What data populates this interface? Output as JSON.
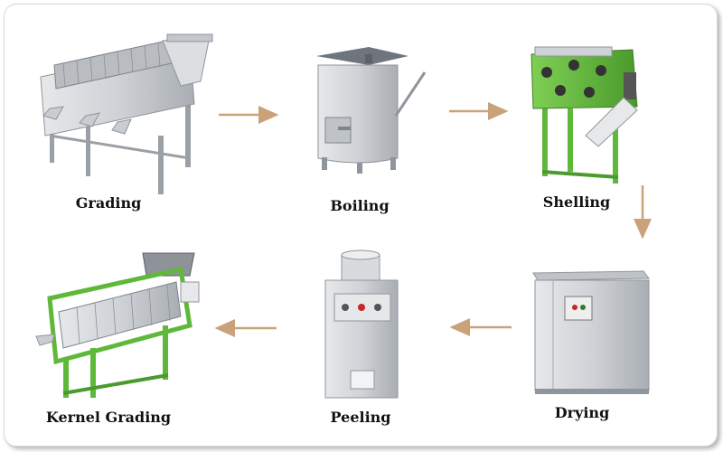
{
  "steps": {
    "grading": {
      "label": "Grading"
    },
    "boiling": {
      "label": "Boiling"
    },
    "shelling": {
      "label": "Shelling"
    },
    "drying": {
      "label": "Drying"
    },
    "peeling": {
      "label": "Peeling"
    },
    "kernel_grading": {
      "label": "Kernel Grading"
    }
  },
  "colors": {
    "steel": "#cfd2d6",
    "steel_dark": "#8f959c",
    "machine_green": "#5fb83a",
    "arrow": "#c9a27a",
    "label_text": "#111111"
  }
}
